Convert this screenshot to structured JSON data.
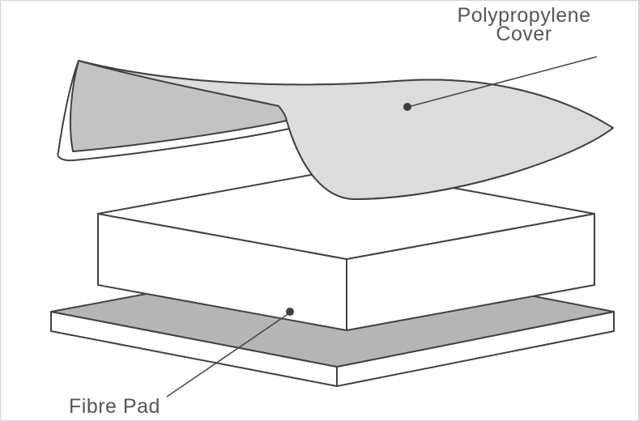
{
  "labels": {
    "cover": {
      "line1": "Polypropylene",
      "line2": "Cover"
    },
    "pad": {
      "text": "Fibre Pad"
    }
  },
  "colors": {
    "background": "#ffffff",
    "outline": "#404144",
    "cover_surface": "#dcdcdd",
    "cover_curl": "#c2c3c5",
    "pad_surface": "#b3b5b7",
    "layer_white": "#ffffff",
    "label_text": "#55565a",
    "leader_line": "#48494c"
  }
}
